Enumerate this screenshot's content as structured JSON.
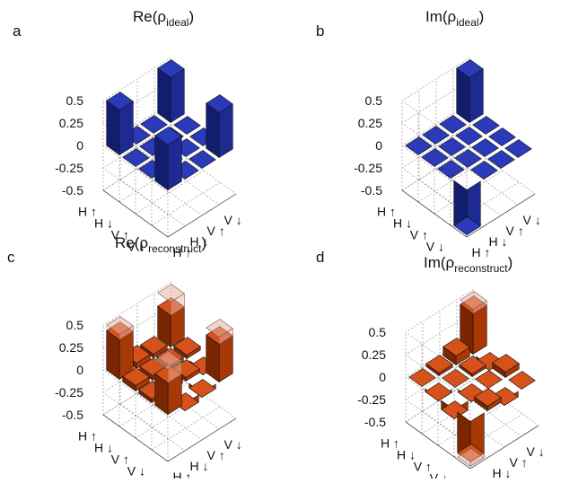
{
  "basis": [
    "H ↑",
    "H ↓",
    "V ↑",
    "V ↓"
  ],
  "colors": {
    "ideal_top": "#2a3ab8",
    "ideal_front": "#1c2a92",
    "ideal_side": "#121d6e",
    "recon_top": "#d6521a",
    "recon_front": "#a83806",
    "recon_side": "#7a2600",
    "ghost": "#e8b2a2",
    "edge": "#111111"
  },
  "chart_data": [
    {
      "type": "bar3d",
      "letter": "a",
      "title_main": "Re(ρ",
      "title_sub": "ideal",
      "title_close": ")",
      "zticks": [
        "0.5",
        "0.25",
        "0",
        "-0.25",
        "-0.5"
      ],
      "zlim": [
        -0.5,
        0.5
      ],
      "style": "ideal",
      "matrix": [
        [
          0.5,
          0,
          0,
          0.5
        ],
        [
          0,
          0,
          0,
          0
        ],
        [
          0,
          0,
          0,
          0
        ],
        [
          0.5,
          0,
          0,
          0.5
        ]
      ]
    },
    {
      "type": "bar3d",
      "letter": "b",
      "title_main": "Im(ρ",
      "title_sub": "ideal",
      "title_close": ")",
      "zticks": [
        "0.5",
        "0.25",
        "0",
        "-0.25",
        "-0.5"
      ],
      "zlim": [
        -0.5,
        0.5
      ],
      "style": "ideal",
      "matrix": [
        [
          0,
          0,
          0,
          0.5
        ],
        [
          0,
          0,
          0,
          0
        ],
        [
          0,
          0,
          0,
          0
        ],
        [
          -0.5,
          0,
          0,
          0
        ]
      ]
    },
    {
      "type": "bar3d",
      "letter": "c",
      "title_main": "Re(ρ",
      "title_sub": "reconstruct",
      "title_close": ")",
      "zticks": [
        "0.5",
        "0.25",
        "0",
        "-0.25",
        "-0.5"
      ],
      "zlim": [
        -0.5,
        0.5
      ],
      "style": "recon",
      "matrix": [
        [
          0.44,
          0.06,
          0.04,
          0.35
        ],
        [
          0.06,
          0.05,
          0.04,
          0.04
        ],
        [
          0.04,
          0.04,
          0.04,
          -0.05
        ],
        [
          0.35,
          -0.08,
          -0.05,
          0.42
        ]
      ],
      "ideal_outline": [
        [
          0.5,
          0,
          0,
          0.5
        ],
        [
          0,
          0,
          0,
          0
        ],
        [
          0,
          0,
          0,
          0
        ],
        [
          0.5,
          0,
          0,
          0.5
        ]
      ]
    },
    {
      "type": "bar3d",
      "letter": "d",
      "title_main": "Im(ρ",
      "title_sub": "reconstruct",
      "title_close": ")",
      "zticks": [
        "0.5",
        "0.25",
        "0",
        "-0.25",
        "-0.5"
      ],
      "zlim": [
        -0.5,
        0.5
      ],
      "style": "recon",
      "matrix": [
        [
          0,
          0.03,
          0.1,
          0.45
        ],
        [
          -0.03,
          0,
          0.03,
          -0.05
        ],
        [
          -0.1,
          -0.03,
          0,
          0.06
        ],
        [
          -0.45,
          0.05,
          -0.06,
          0
        ]
      ],
      "ideal_outline": [
        [
          0,
          0,
          0,
          0.5
        ],
        [
          0,
          0,
          0,
          0
        ],
        [
          0,
          0,
          0,
          0
        ],
        [
          -0.5,
          0,
          0,
          0
        ]
      ]
    }
  ]
}
